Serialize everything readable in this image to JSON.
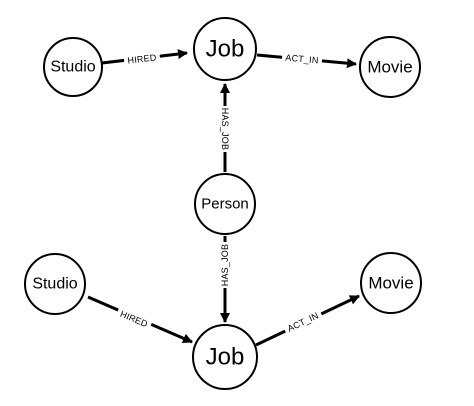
{
  "diagram": {
    "nodes": {
      "studio_top": "Studio",
      "job_top": "Job",
      "movie_top": "Movie",
      "person": "Person",
      "studio_bottom": "Studio",
      "job_bottom": "Job",
      "movie_bottom": "Movie"
    },
    "edges": {
      "studio_top_to_job_top": "HIRED",
      "job_top_to_movie_top": "ACT_IN",
      "person_to_job_top": "HAS_JOB",
      "person_to_job_bottom": "HAS_JOB",
      "studio_bottom_to_job_bottom": "HIRED",
      "job_bottom_to_movie_bottom": "ACT_IN"
    },
    "colors": {
      "stroke": "#000000",
      "fill": "#ffffff",
      "background": "#ffffff"
    }
  }
}
